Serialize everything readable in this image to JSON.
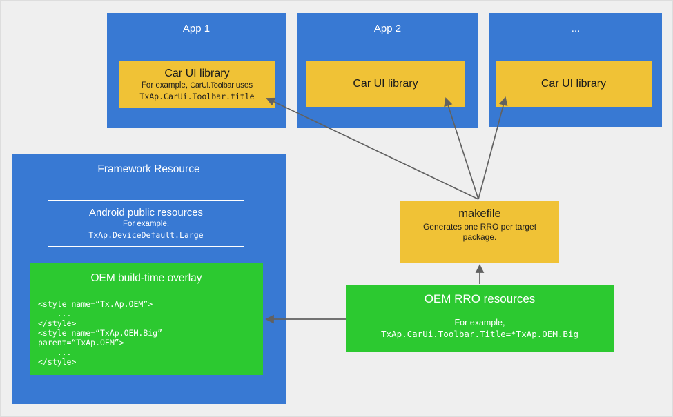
{
  "colors": {
    "canvas-bg": "#efefef",
    "box-blue": "#3879d3",
    "box-yellow": "#f0c236",
    "box-green": "#2cc930",
    "arrow": "#616161"
  },
  "apps": [
    {
      "title": "App 1",
      "lib": {
        "title": "Car UI library",
        "example_prefix": "For example, ",
        "example_code_inline": "CarUi.Toolbar",
        "example_suffix": " uses",
        "example_code": "TxAp.CarUi.Toolbar.title"
      }
    },
    {
      "title": "App 2",
      "lib": {
        "title": "Car UI library"
      }
    },
    {
      "title": "...",
      "lib": {
        "title": "Car UI library"
      }
    }
  ],
  "framework": {
    "title": "Framework Resource",
    "android_public": {
      "title": "Android public resources",
      "example_label": "For example,",
      "example_code": "TxAp.DeviceDefault.Large"
    },
    "oem_overlay": {
      "title": "OEM build-time overlay",
      "code_lines": [
        "<style name=“Tx.Ap.OEM”>",
        "    ...",
        "</style>",
        "<style name=“TxAp.OEM.Big”",
        "parent=“TxAp.OEM”>",
        "    ...",
        "</style>"
      ]
    }
  },
  "makefile": {
    "title": "makefile",
    "subtitle": "Generates one RRO per target package."
  },
  "oem_rro": {
    "title": "OEM RRO resources",
    "example_label": "For example,",
    "example_code": "TxAp.CarUi.Toolbar.Title=*TxAp.OEM.Big"
  }
}
